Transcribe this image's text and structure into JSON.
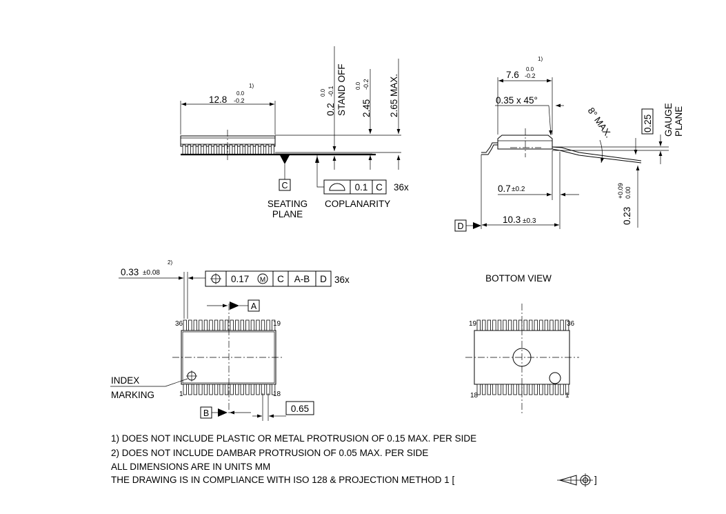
{
  "side_view": {
    "length_dim": "12.8",
    "length_tol_upper": "0.0",
    "length_tol_lower": "-0.2",
    "length_note": "1)",
    "standoff_dim": "0.2",
    "standoff_tol_upper": "0.0",
    "standoff_tol_lower": "-0.1",
    "standoff_label": "STAND OFF",
    "height_dim": "2.45",
    "height_tol_upper": "0.0",
    "height_tol_lower": "-0.2",
    "max_height": "2.65 MAX.",
    "seating_datum": "C",
    "seating_label_1": "SEATING",
    "seating_label_2": "PLANE",
    "coplanarity_value": "0.1",
    "coplanarity_datum": "C",
    "coplanarity_count": "36x",
    "coplanarity_label": "COPLANARITY"
  },
  "end_view": {
    "width_dim": "7.6",
    "width_tol_upper": "0.0",
    "width_tol_lower": "-0.2",
    "width_note": "1)",
    "chamfer": "0.35 x 45°",
    "angle": "8° MAX.",
    "gauge_value": "0.25",
    "gauge_label_1": "GAUGE",
    "gauge_label_2": "PLANE",
    "lead_length": "0.7",
    "lead_length_tol": "±0.2",
    "lead_thickness": "0.23",
    "lead_thickness_tol_upper": "+0.09",
    "lead_thickness_tol_lower": "0.00",
    "overall_width": "10.3",
    "overall_width_tol": "±0.3",
    "datum": "D"
  },
  "top_view": {
    "lead_width": "0.33",
    "lead_width_tol": "±0.08",
    "lead_width_note": "2)",
    "position_value": "0.17",
    "position_modifier": "M",
    "position_datum_1": "C",
    "position_datum_2": "A-B",
    "position_datum_3": "D",
    "position_count": "36x",
    "datum_a": "A",
    "datum_b": "B",
    "pin_36": "36",
    "pin_19": "19",
    "pin_1": "1",
    "pin_18": "18",
    "pitch": "0.65",
    "index_label_1": "INDEX",
    "index_label_2": "MARKING"
  },
  "bottom_view": {
    "title": "BOTTOM VIEW",
    "pin_19": "19",
    "pin_36": "36",
    "pin_18": "18",
    "pin_1": "1"
  },
  "notes": [
    "1) DOES NOT INCLUDE PLASTIC OR METAL PROTRUSION OF 0.15 MAX. PER SIDE",
    "2) DOES NOT INCLUDE DAMBAR PROTRUSION OF 0.05 MAX. PER SIDE",
    "ALL DIMENSIONS ARE IN UNITS MM",
    "THE DRAWING IS IN COMPLIANCE WITH ISO 128 & PROJECTION METHOD 1 [",
    "]"
  ]
}
